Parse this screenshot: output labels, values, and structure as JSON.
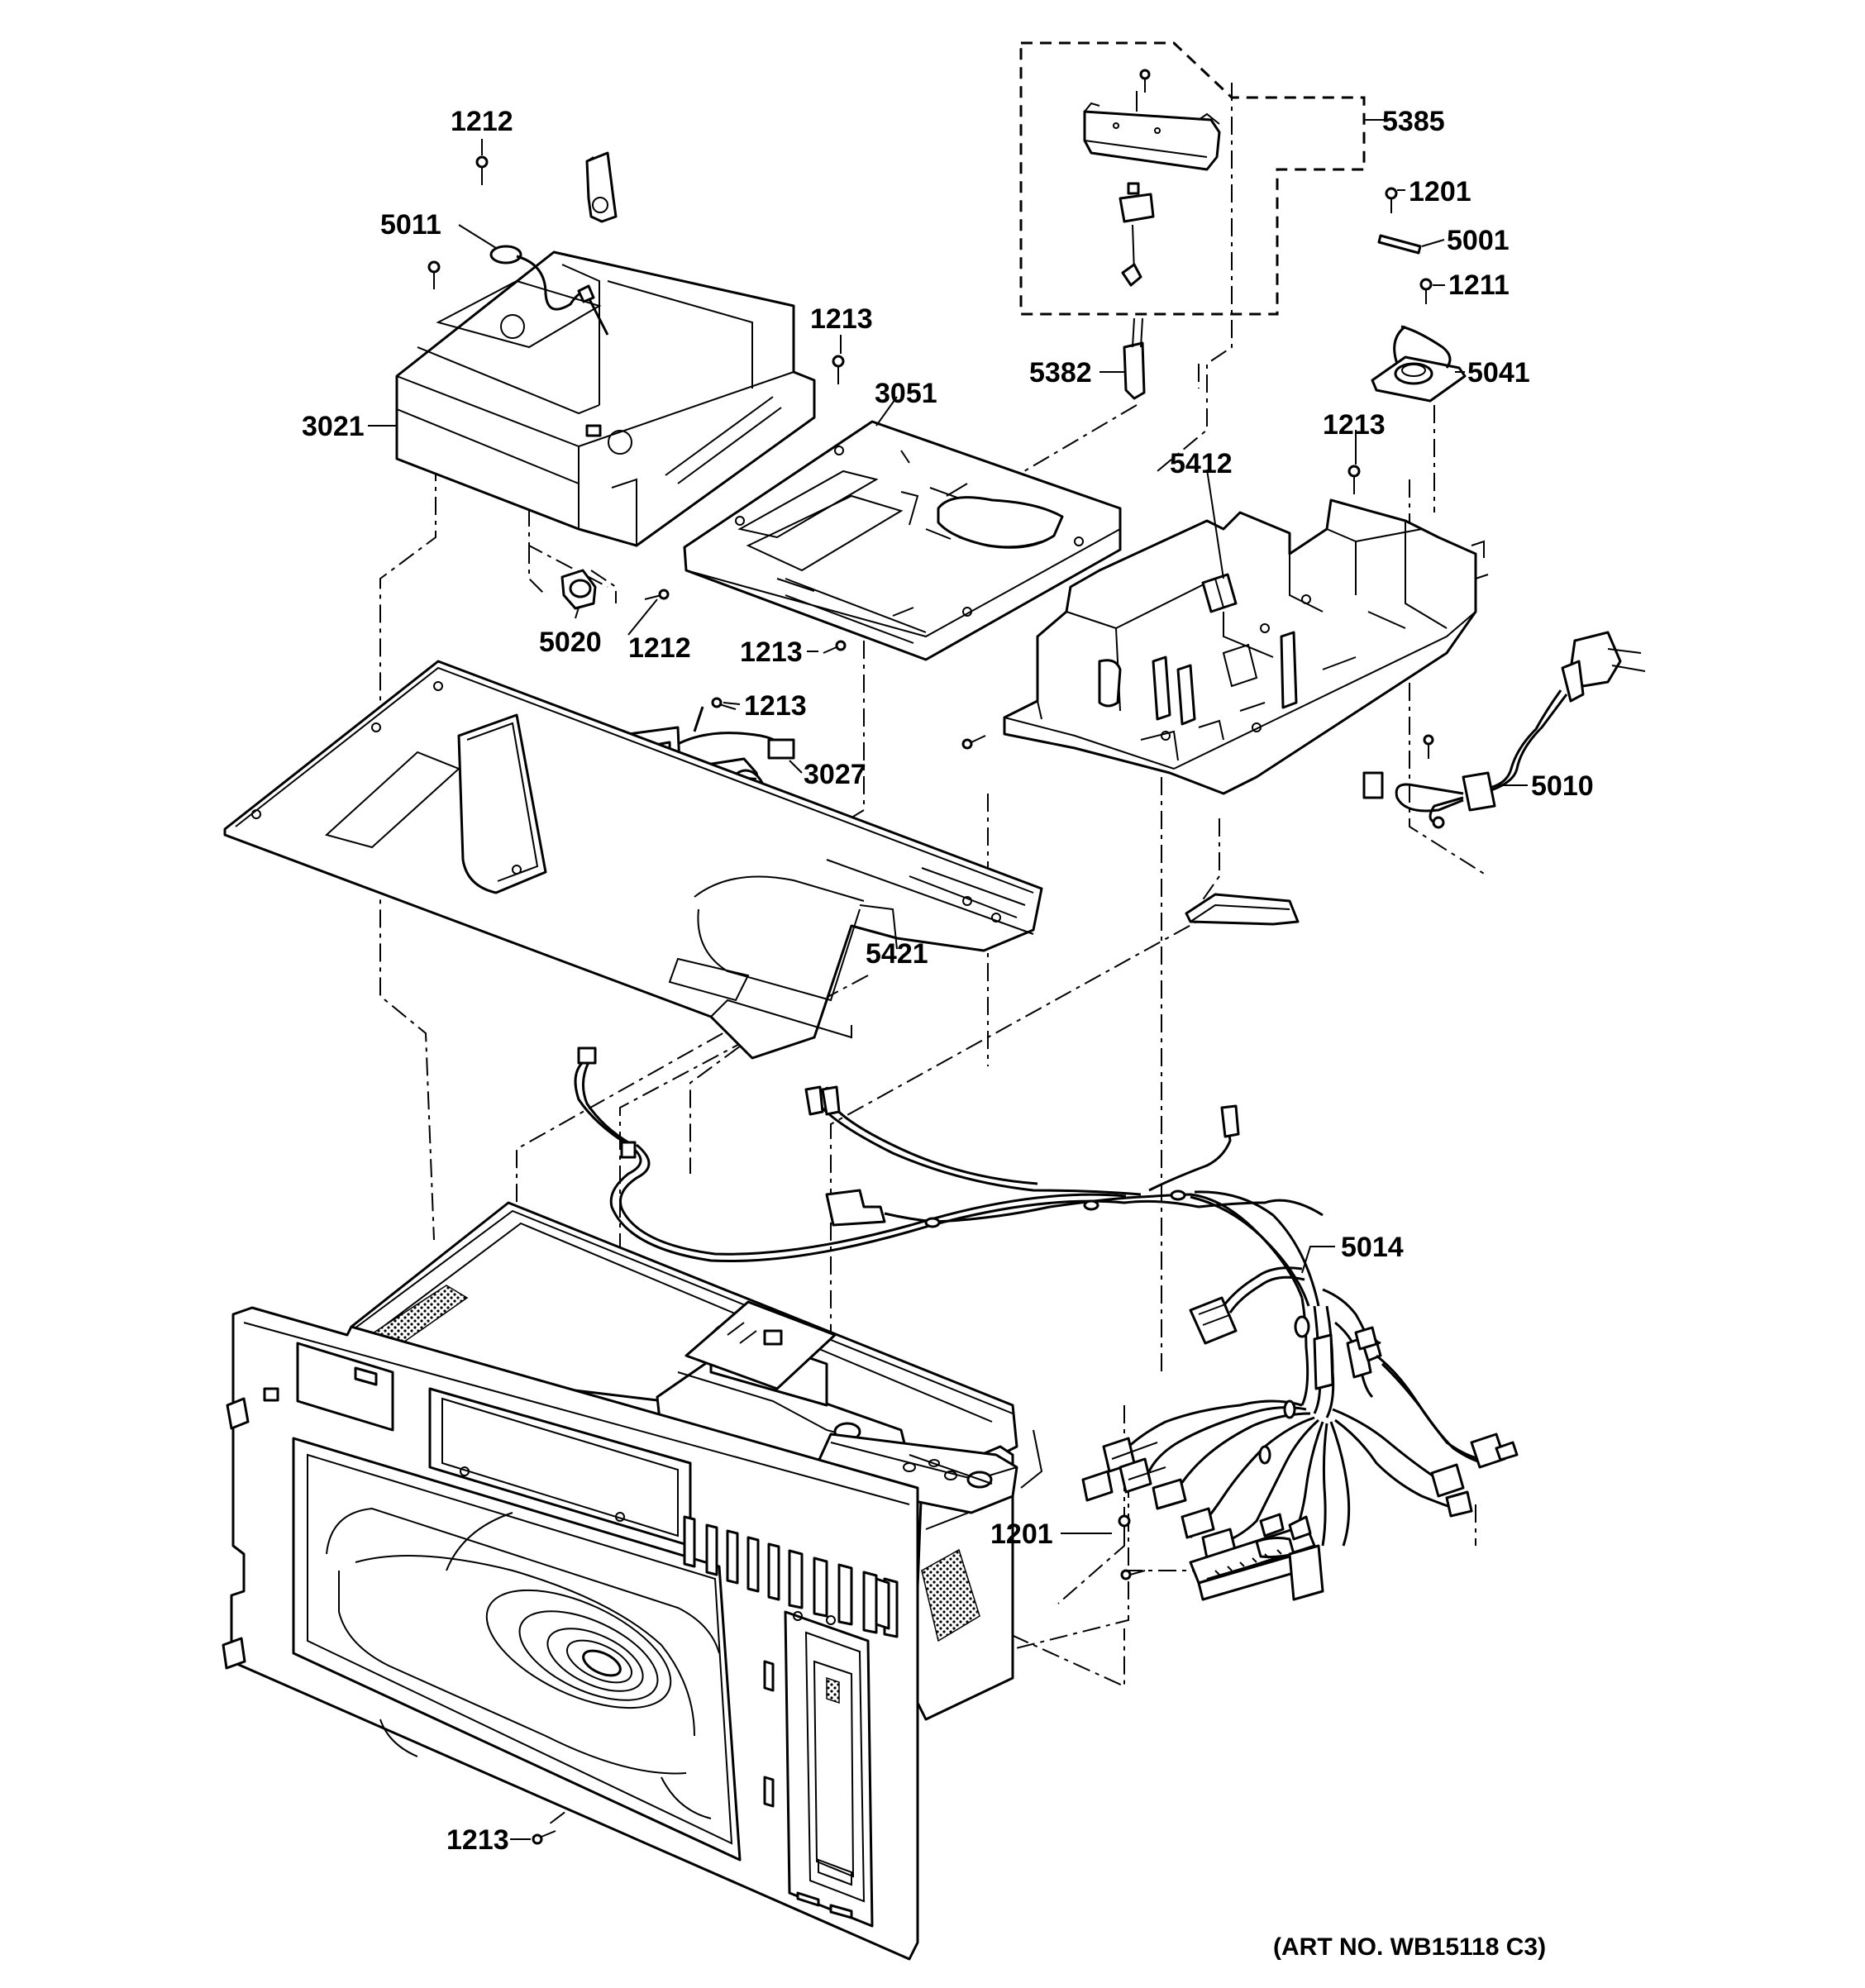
{
  "callouts": [
    {
      "id": "c1212a",
      "text": "1212"
    },
    {
      "id": "c5011",
      "text": "5011"
    },
    {
      "id": "c3021",
      "text": "3021"
    },
    {
      "id": "c1213a",
      "text": "1213"
    },
    {
      "id": "c3051",
      "text": "3051"
    },
    {
      "id": "c5020",
      "text": "5020"
    },
    {
      "id": "c1212b",
      "text": "1212"
    },
    {
      "id": "c1213b",
      "text": "1213"
    },
    {
      "id": "c1213c",
      "text": "1213"
    },
    {
      "id": "c3027",
      "text": "3027"
    },
    {
      "id": "c5421",
      "text": "5421"
    },
    {
      "id": "c5385",
      "text": "5385"
    },
    {
      "id": "c1201a",
      "text": "1201"
    },
    {
      "id": "c5001",
      "text": "5001"
    },
    {
      "id": "c1211",
      "text": "1211"
    },
    {
      "id": "c5041",
      "text": "5041"
    },
    {
      "id": "c5382",
      "text": "5382"
    },
    {
      "id": "c1213d",
      "text": "1213"
    },
    {
      "id": "c5412",
      "text": "5412"
    },
    {
      "id": "c5010",
      "text": "5010"
    },
    {
      "id": "c5014",
      "text": "5014"
    },
    {
      "id": "c1201b",
      "text": "1201"
    },
    {
      "id": "c1213e",
      "text": "1213"
    }
  ],
  "art_number": "(ART NO. WB15118 C3)"
}
